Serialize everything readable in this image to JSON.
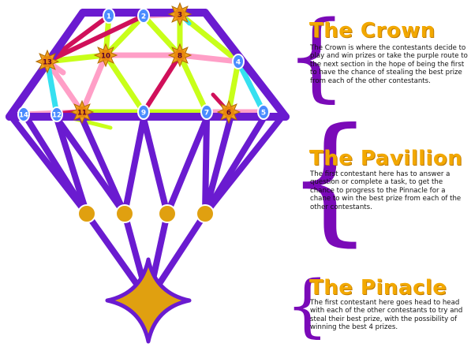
{
  "colors": {
    "purple": "#6a1bd0",
    "lime": "#c8ff1a",
    "pink": "#ff9fc7",
    "crimson": "#d0105a",
    "cyan": "#36e0f0",
    "gold": "#e0a010",
    "node_blue": "#4a8cff",
    "star_orange": "#f0a020"
  },
  "nodes": [
    {
      "id": "1",
      "kind": "circle"
    },
    {
      "id": "2",
      "kind": "circle"
    },
    {
      "id": "3",
      "kind": "star"
    },
    {
      "id": "4",
      "kind": "circle"
    },
    {
      "id": "5",
      "kind": "circle"
    },
    {
      "id": "6",
      "kind": "star"
    },
    {
      "id": "7",
      "kind": "circle"
    },
    {
      "id": "8",
      "kind": "star"
    },
    {
      "id": "9",
      "kind": "circle"
    },
    {
      "id": "10",
      "kind": "star"
    },
    {
      "id": "11",
      "kind": "star"
    },
    {
      "id": "12",
      "kind": "circle"
    },
    {
      "id": "13",
      "kind": "star"
    },
    {
      "id": "14",
      "kind": "circle"
    }
  ],
  "sections": [
    {
      "title": "The Crown",
      "text": "The Crown is where the contestants decide to play and win prizes or take the purple route to the next section in the hope of being the first to have the chance of stealing the best prize from each of the other contestants."
    },
    {
      "title": "The Pavillion",
      "text": "The first contestant here has to answer a question or complete a task, to get the chance to progress to the Pinnacle for a chane to win the best prize from each of the other contestants."
    },
    {
      "title": "The Pinacle",
      "text": "The first contestant here goes head to head with each of the other contestants to try and steal their best prize, with the possibility of winning the best 4 prizes."
    }
  ]
}
